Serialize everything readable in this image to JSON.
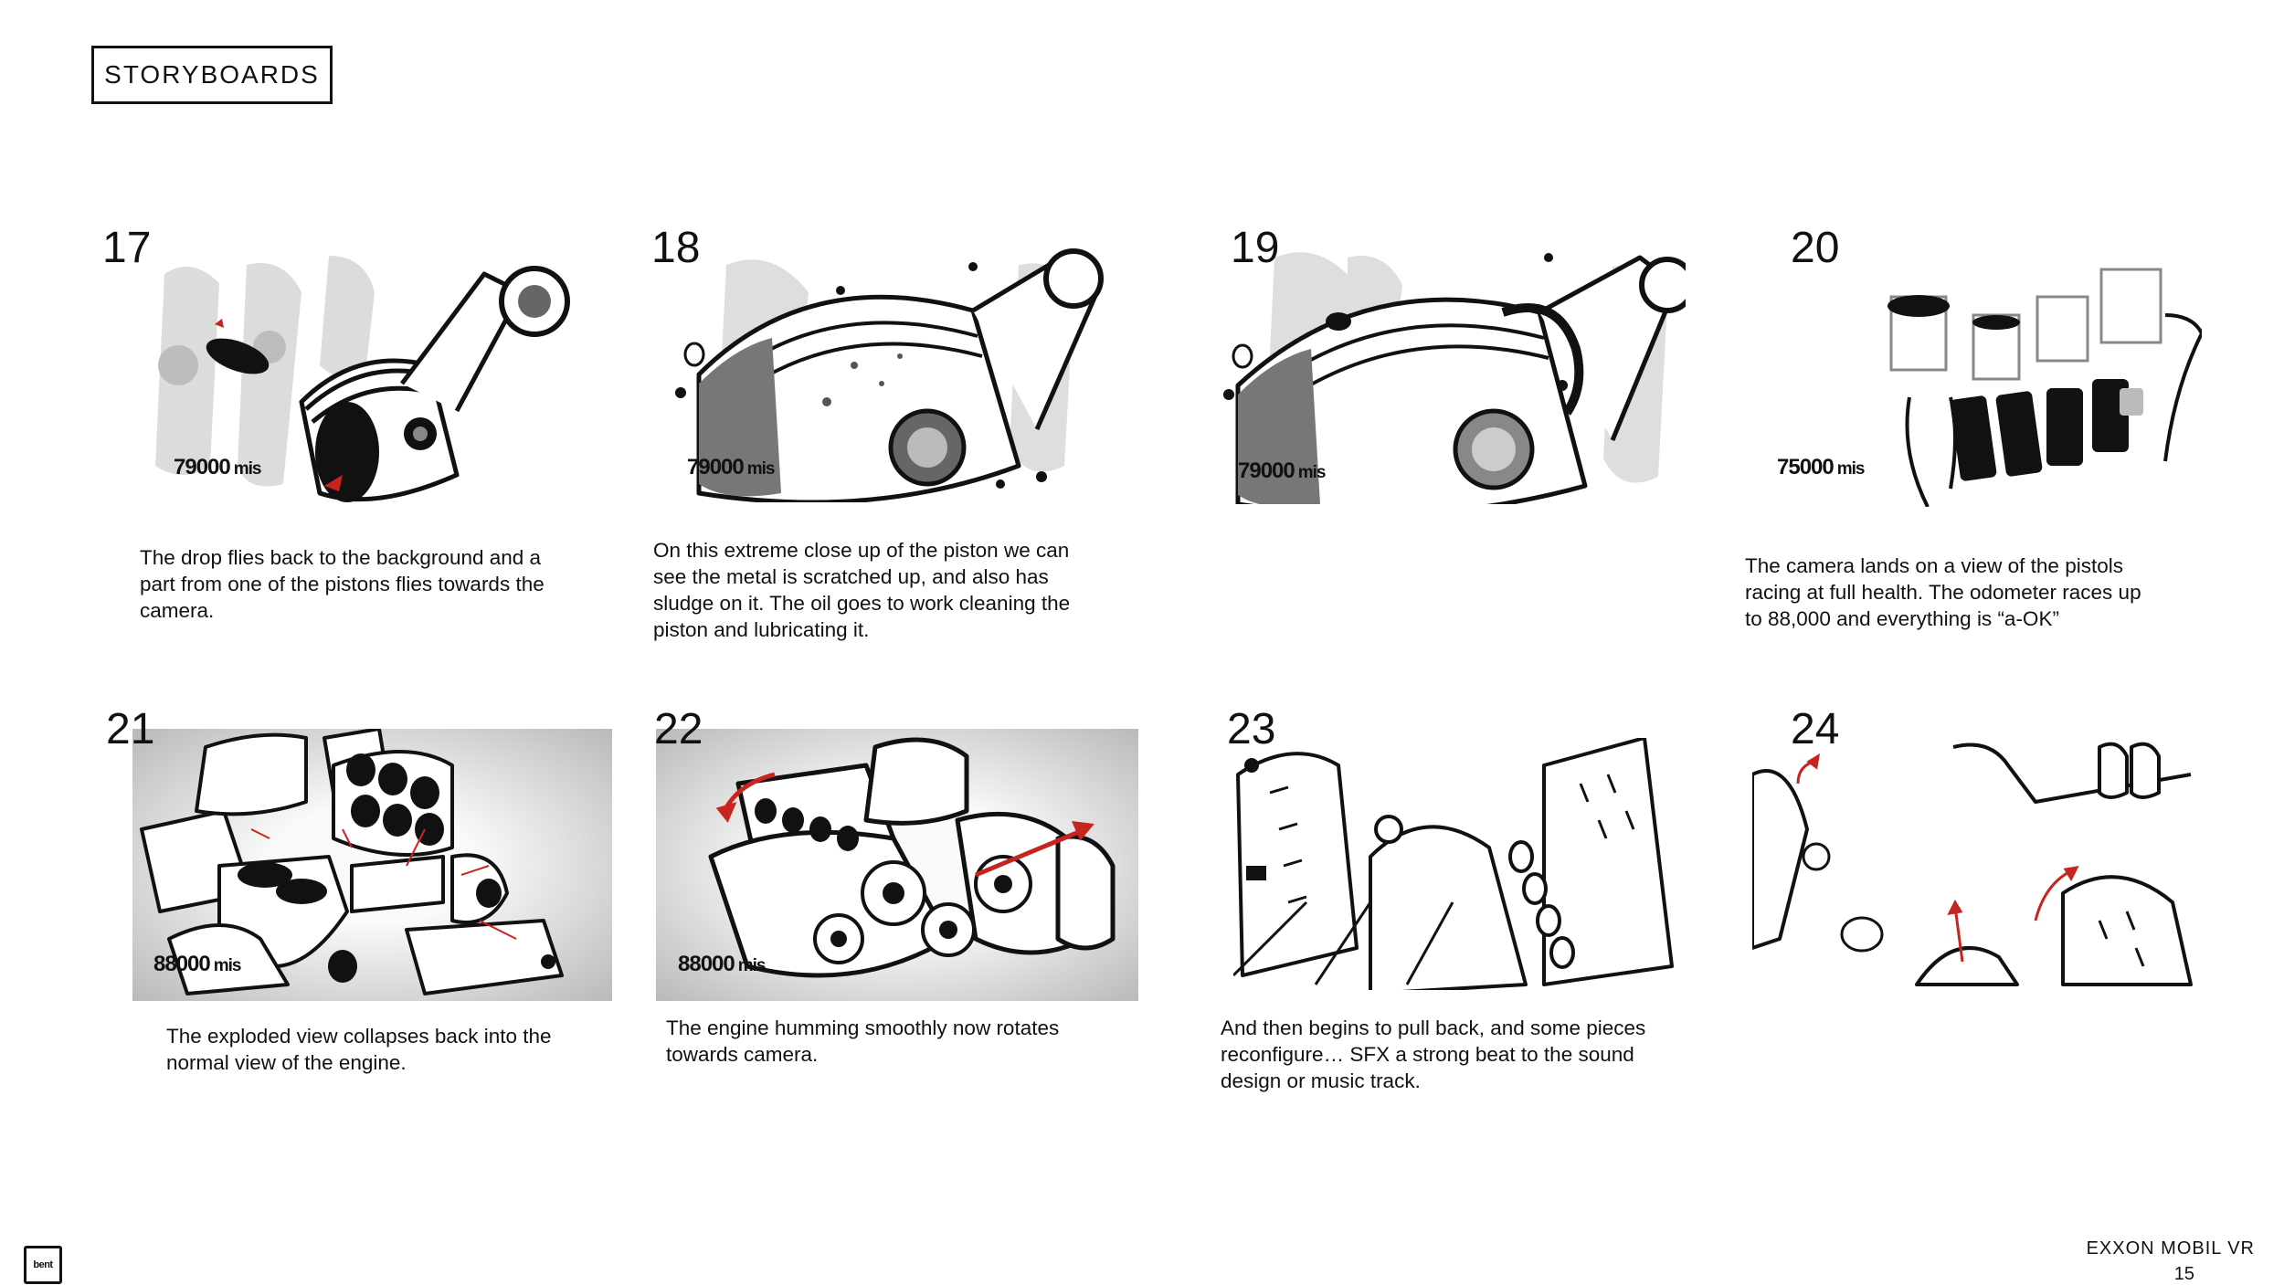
{
  "header": {
    "title": "STORYBOARDS"
  },
  "panels": [
    {
      "number": "17",
      "odometer": "79000",
      "unit": "mis",
      "caption": "The drop flies back to the background and a\npart from one of the pistons flies towards the\ncamera."
    },
    {
      "number": "18",
      "odometer": "79000",
      "unit": "mis",
      "caption": "On this extreme close up of the piston we can\nsee the metal is scratched up, and also has\nsludge on it. The oil goes to work cleaning the\npiston and lubricating it."
    },
    {
      "number": "19",
      "odometer": "79000",
      "unit": "mis",
      "caption": ""
    },
    {
      "number": "20",
      "odometer": "75000",
      "unit": "mis",
      "caption": "The camera lands on a view of the pistols\nracing at full health. The odometer races up\nto 88,000 and everything is  “a-OK”"
    },
    {
      "number": "21",
      "odometer": "88000",
      "unit": "mis",
      "caption": "The exploded view collapses back into the\nnormal view of the engine."
    },
    {
      "number": "22",
      "odometer": "88000",
      "unit": "mis",
      "caption": "The  engine humming smoothly now rotates\ntowards camera."
    },
    {
      "number": "23",
      "odometer": "",
      "unit": "",
      "caption": "And then begins to pull back, and some pieces\nreconfigure… SFX a strong beat to the sound\ndesign or music track."
    },
    {
      "number": "24",
      "odometer": "",
      "unit": "",
      "caption": ""
    }
  ],
  "footer": {
    "logo": "bent",
    "project": "EXXON MOBIL VR",
    "page": "15"
  },
  "colors": {
    "accent_red": "#c8241f",
    "ink": "#111111"
  }
}
